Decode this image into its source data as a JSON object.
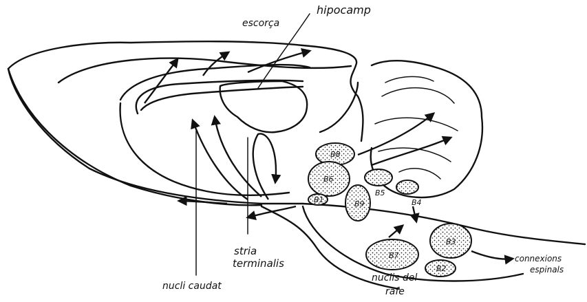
{
  "labels": {
    "cortex": "escorça",
    "hippocampus": "hipocamp",
    "stria": "stria",
    "terminalis": "terminalis",
    "caudate": "nucli caudat",
    "raphe_1": "nuclis del",
    "raphe_2": "rafe",
    "spinal_1": "connexions",
    "spinal_2": "espinals"
  },
  "nuclei": {
    "b8": "B8",
    "b6": "B6",
    "b5": "B5",
    "b4": "B4",
    "b9": "B9",
    "b7": "B7",
    "b3": "B3",
    "b2": "B2",
    "b1": "B1"
  }
}
